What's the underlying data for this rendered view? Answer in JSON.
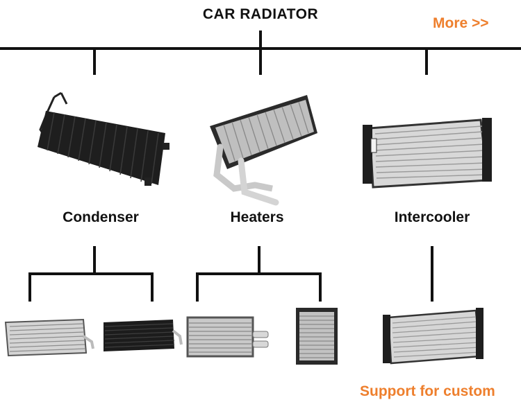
{
  "header": {
    "title": "CAR RADIATOR",
    "more_link": "More >>"
  },
  "categories": [
    {
      "label": "Condenser"
    },
    {
      "label": "Heaters"
    },
    {
      "label": "Intercooler"
    }
  ],
  "footer": {
    "support_text": "Support for custom"
  },
  "colors": {
    "accent": "#ee7f2d",
    "lines": "#111111",
    "text": "#111111"
  },
  "products": [
    {
      "icon": "condenser-black-icon"
    },
    {
      "icon": "heater-core-icon"
    },
    {
      "icon": "intercooler-silver-icon"
    },
    {
      "icon": "condenser-silver-icon"
    },
    {
      "icon": "condenser-black-small-icon"
    },
    {
      "icon": "heater-core-small-icon"
    },
    {
      "icon": "heater-core-black-icon"
    },
    {
      "icon": "intercooler-silver-small-icon"
    }
  ]
}
